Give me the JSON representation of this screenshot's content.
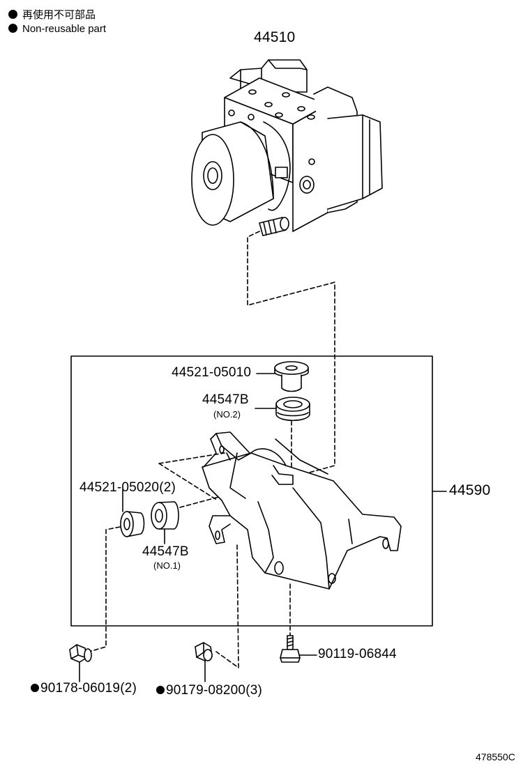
{
  "legend": {
    "japanese": "再使用不可部品",
    "english": "Non-reusable part",
    "marker_color": "#000000"
  },
  "parts": {
    "actuator": "44510",
    "bracket_assy": "44590",
    "bolt_top": "44521-05010",
    "cushion_top": "44547B",
    "cushion_top_note": "(NO.2)",
    "bolt_side": "44521-05020(2)",
    "cushion_side": "44547B",
    "cushion_side_note": "(NO.1)",
    "nut_a": "90178-06019(2)",
    "nut_b": "90179-08200(3)",
    "bolt_bottom": "90119-06844"
  },
  "illustration_code": "478550C"
}
